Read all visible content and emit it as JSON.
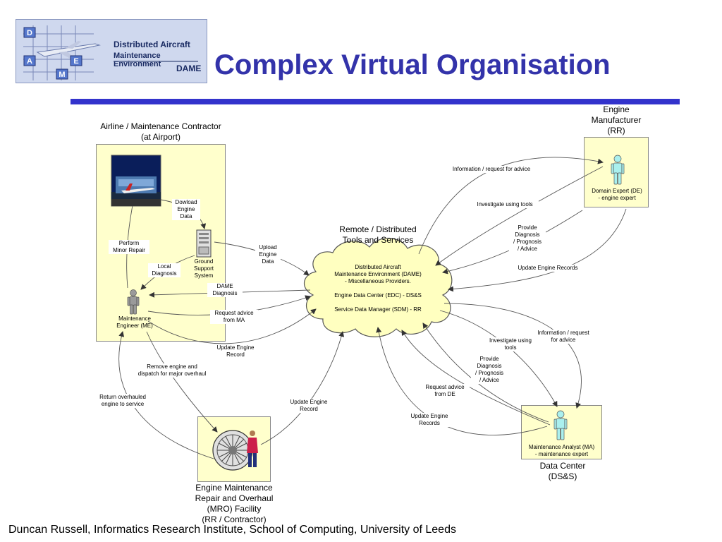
{
  "logo": {
    "letters": [
      "D",
      "A",
      "E",
      "M"
    ],
    "line1": "Distributed Aircraft",
    "line2": "Maintenance Environment",
    "line3": "DAME"
  },
  "title": "Complex Virtual Organisation",
  "nodes": {
    "airline_label": "Airline / Maintenance Contractor\n(at Airport)",
    "gss_label": "Ground\nSupport\nSystem",
    "me_label": "Maintenance\nEngineer (ME)",
    "engine_manufacturer_label": "Engine\nManufacturer\n(RR)",
    "de_label": "Domain Expert (DE)\n- engine expert",
    "remote_label": "Remote / Distributed\nTools and Services",
    "cloud_text": "Distributed Aircraft\nMaintenance Environment (DAME)\n- Miscellaneous Providers.\n\nEngine Data Center (EDC) - DS&S\n\nService Data Manager (SDM) - RR",
    "ma_label": "Maintenance Analyst (MA)\n- maintenance expert",
    "data_center_label": "Data Center\n(DS&S)",
    "mro_label": "Engine Maintenance\nRepair and Overhaul\n(MRO) Facility\n(RR / Contractor)"
  },
  "arrows": {
    "download": "Dowload\nEngine\nData",
    "perform": "Perform\nMinor Repair",
    "local_diag": "Local\nDiagnosis",
    "upload": "Upload\nEngine\nData",
    "dame_diag": "DAME\nDiagnosis",
    "req_advice_ma": "Request advice\nfrom MA",
    "update_rec_me": "Update Engine\nRecord",
    "remove_engine": "Remove engine and\ndispatch for major overhaul",
    "return_overhauled": "Return overhauled\nengine to service",
    "update_rec_mro": "Update Engine\nRecord",
    "info_req_de": "Information / request for advice",
    "investigate_de": "Investigate using tools",
    "provide_diag_de": "Provide\nDiagnosis\n/ Prognosis\n/ Advice",
    "update_records_de": "Update Engine Records",
    "info_req_ma": "Information / request\nfor advice",
    "investigate_ma": "Investigate using\ntools",
    "provide_diag_ma": "Provide\nDiagnosis\n/ Prognosis\n/ Advice",
    "req_advice_de": "Request advice\nfrom DE",
    "update_records_ma": "Update Engine\nRecords"
  },
  "footer": "Duncan Russell, Informatics Research Institute, School of Computing, University of Leeds",
  "colors": {
    "title": "#3333aa",
    "rule": "#3333cc",
    "box_fill": "#ffffcc",
    "cloud_fill": "#ffffc0",
    "person_grey": "#9a9a9a",
    "person_cyan": "#aaf0ee"
  }
}
